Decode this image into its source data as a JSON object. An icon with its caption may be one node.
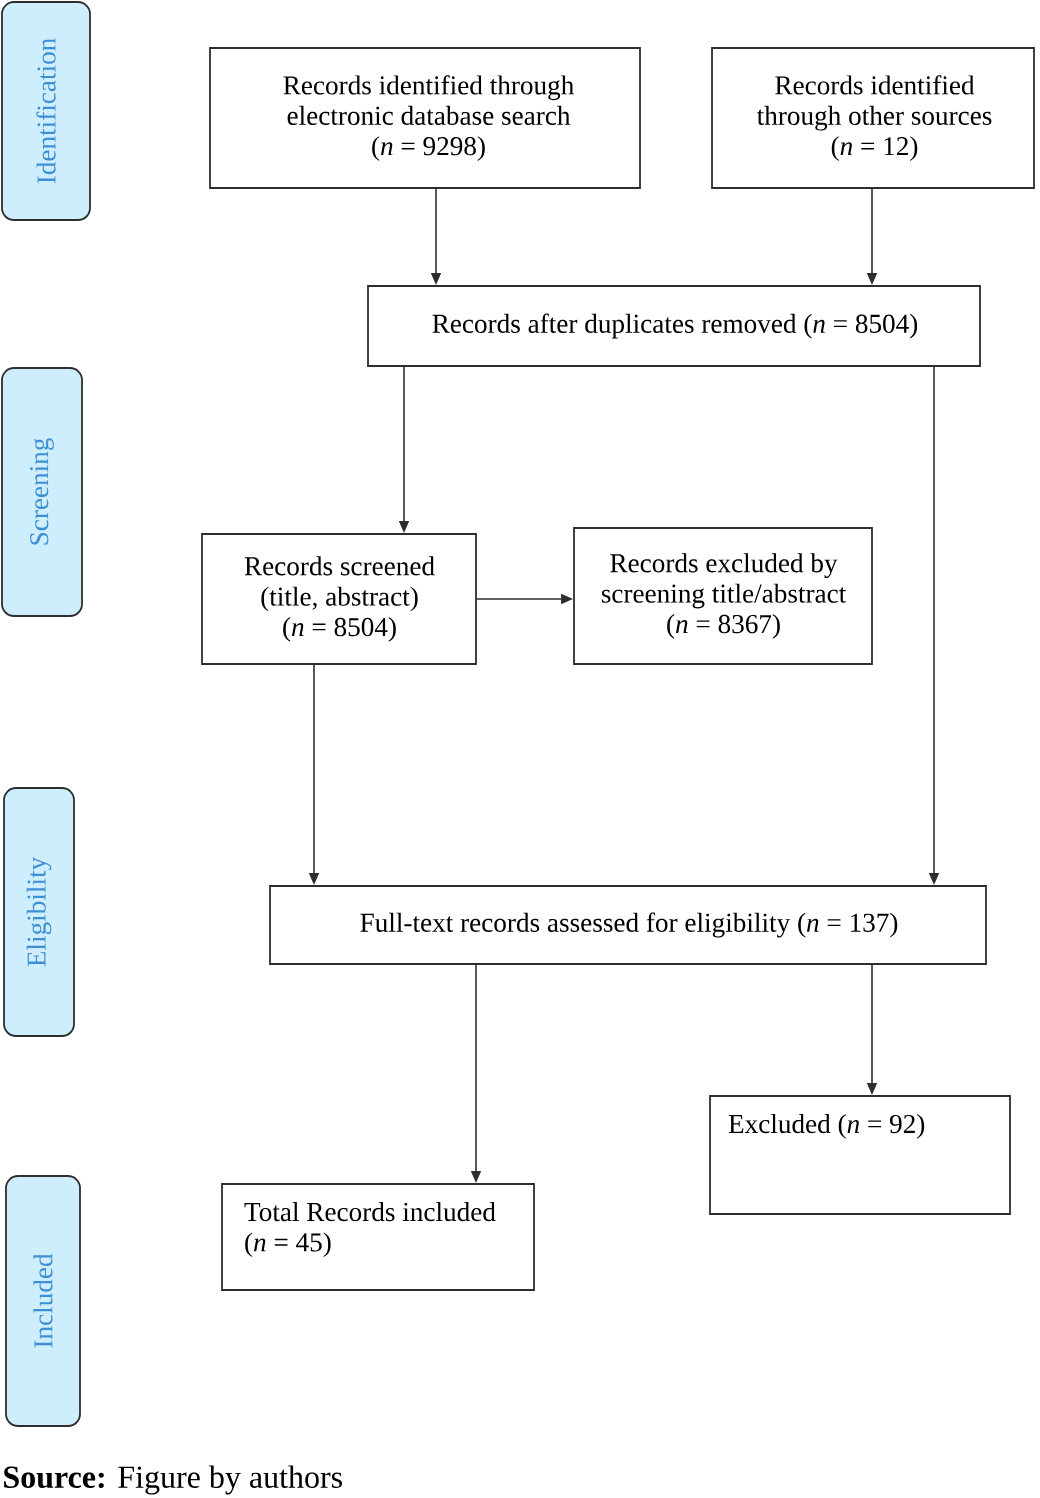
{
  "diagram": {
    "caption": "**Source:** Figure by authors",
    "nodes": [
      {
        "text": [
          "Identification"
        ]
      },
      {
        "text": [
          "Records identified through electronic database search (*n* = 9298)"
        ]
      },
      {
        "text": [
          "Records identified through other sources (*n* = 12)"
        ]
      },
      {
        "text": [
          "Records after duplicates removed (*n* = 8504)"
        ]
      },
      {
        "text": [
          "Screening"
        ]
      },
      {
        "text": [
          "Records screened (title, abstract) (*n* = 8504)"
        ]
      },
      {
        "text": [
          "Records excluded by screening title/abstract (*n* = 8367)"
        ]
      },
      {
        "text": [
          "Eligibility"
        ]
      },
      {
        "text": [
          "Full-text records assessed for eligibility (*n* = 137)"
        ]
      },
      {
        "text": [
          "Excluded (*n* = 92)"
        ]
      },
      {
        "text": [
          "Included"
        ]
      },
      {
        "text": [
          "Total Records included (*n* = 45)"
        ]
      }
    ],
    "edges": [
      {
        "from": 1,
        "to": 3,
        "arrow": "to"
      },
      {
        "from": 2,
        "to": 3,
        "arrow": "to"
      },
      {
        "from": 3,
        "to": 5,
        "arrow": "to"
      },
      {
        "from": 3,
        "to": 8,
        "arrow": "to"
      },
      {
        "from": 5,
        "to": 6,
        "arrow": "to"
      },
      {
        "from": 5,
        "to": 8,
        "arrow": "to"
      },
      {
        "from": 8,
        "to": 11,
        "arrow": "to"
      },
      {
        "from": 8,
        "to": 9,
        "arrow": "to"
      }
    ]
  }
}
